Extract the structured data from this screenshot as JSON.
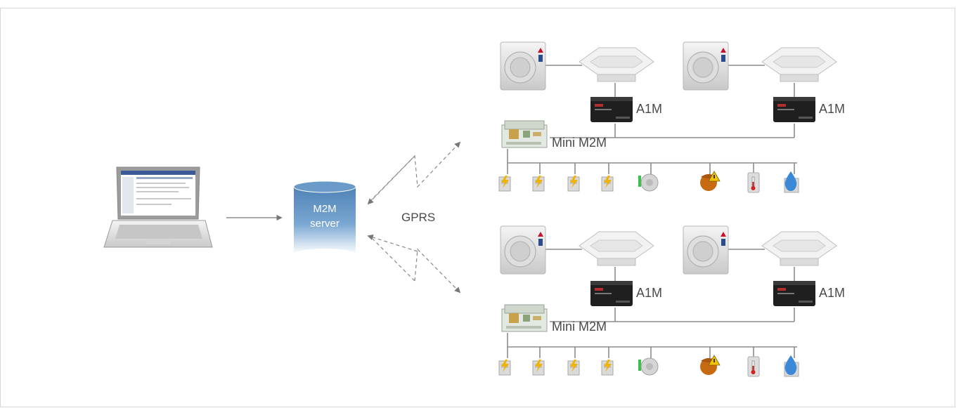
{
  "server": {
    "line1": "M2M",
    "line2": "server"
  },
  "link_label": "GPRS",
  "sites": [
    {
      "controller_label": "Mini M2M",
      "units": [
        {
          "gateway_label": "A1M"
        },
        {
          "gateway_label": "A1M"
        }
      ]
    },
    {
      "controller_label": "Mini M2M",
      "units": [
        {
          "gateway_label": "A1M"
        },
        {
          "gateway_label": "A1M"
        }
      ]
    }
  ],
  "colors": {
    "line": "#8c8c8c",
    "arrow": "#7a7a7a",
    "server_top": "#5f8fbf",
    "server_bottom": "#ffffff"
  }
}
